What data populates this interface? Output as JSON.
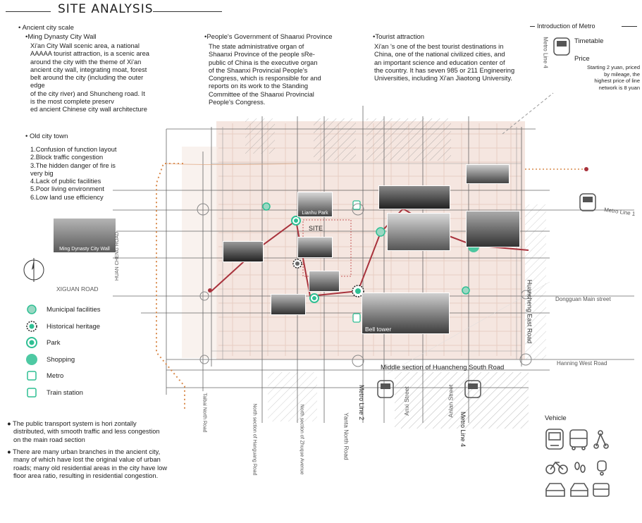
{
  "header": {
    "title": "SITE ANALYSIS"
  },
  "ancient": {
    "title": "Ancient city scale",
    "sub": "Ming Dynasty City Wall",
    "lines": [
      "Xi'an City Wall scenic area, a national",
      "AAAAA tourist attraction, is a scenic area",
      "around the city with the theme of Xi'an",
      "ancient city wall, integrating moat, forest",
      "belt around the city (including the outer",
      "edge",
      "of the city river) and Shuncheng road. It",
      "is the most complete preserv",
      "ed ancient Chinese city wall architecture"
    ]
  },
  "gov": {
    "title": "People's Government of Shaanxi Province",
    "lines": [
      "The state administrative organ of",
      "Shaanxi Province of the people sRe-",
      "public of China is the executive organ",
      "of the Shaanxi Provincial People's",
      "Congress, which is responsible for and",
      "reports on its work to the Standing",
      "Committee of the Shaanxi Provincial",
      "People's Congress."
    ]
  },
  "tourist": {
    "title": "Tourist attraction",
    "lines": [
      "Xi'an 's one of the best tourist destinations in",
      "China, one of the national civilized cities, and",
      "an important science and education center of",
      "the country. It has seven 985 or 211 Engineering",
      "Universities, including Xi'an Jiaotong University."
    ]
  },
  "metro_intro": {
    "title": "Introduction of Metro",
    "timetable": "Timetable",
    "price": "Price",
    "price_lines": [
      "Starting 2 yuan, priced",
      "by mileage, the",
      "highest price of line",
      "network is 8 yuan"
    ]
  },
  "oldtown": {
    "title": "Old city town",
    "items": [
      "1.Confusion of function layout",
      "2.Block traffic congestion",
      "3.The hidden danger of fire is",
      "very big",
      "4.Lack of public facilities",
      "5.Poor living environment",
      "6.Low land use efficiency"
    ]
  },
  "legend": [
    {
      "label": "Municipal facilities",
      "icon": "municipal-icon"
    },
    {
      "label": "Historical heritage",
      "icon": "heritage-icon"
    },
    {
      "label": "Park",
      "icon": "park-icon"
    },
    {
      "label": "Shopping",
      "icon": "shopping-icon"
    },
    {
      "label": "Metro",
      "icon": "metro-icon"
    },
    {
      "label": "Train station",
      "icon": "train-icon"
    }
  ],
  "notes": [
    [
      "The public transport system is hori zontally",
      "distributed, with smooth traffic and less congestion",
      "on the main road section"
    ],
    [
      "There are many urban branches in the ancient city,",
      "many of which have lost the original value of urban",
      "roads; many old residential areas in the city have low",
      "floor area ratio, resulting in residential congestion."
    ]
  ],
  "vehicle": {
    "title": "Vehicle"
  },
  "roads": {
    "xiguan": "XIGUAN ROAD",
    "huancheng": "HUAN CHENG ROAD",
    "east": "Huancheng East Road",
    "dongguan": "Dongguan Main street",
    "south": "Middle section of Huancheng South Road",
    "hanning": "Hanning West Road",
    "metro1": "Metro Line 1",
    "metro2": "Metro Line 2",
    "metro4a": "Metro Line 4",
    "metro4b": "Metro Line 4",
    "anxi": "Anxi Street",
    "anlan": "Anlan Street",
    "yanta": "Yanta North Road",
    "taibai": "Taibai North Road",
    "hanguang": "North section of Hanguang Road",
    "zhuque": "North section of Zhuque Avenue"
  },
  "photos": {
    "chenghuang": "Ming Dynasty City Wall",
    "lianhu": "Lianhu Park",
    "site": "SITE",
    "bell": "Bell tower",
    "wall_south": "",
    "drum": "",
    "east_market": "",
    "forest": "",
    "xian_temple": ""
  },
  "colors": {
    "route": "#a8323c",
    "accent": "#2fbf93",
    "map_fill": "#f1dcd3"
  }
}
